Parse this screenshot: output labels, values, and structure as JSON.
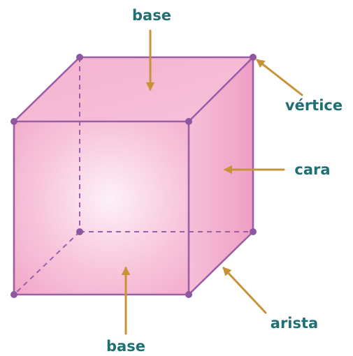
{
  "colors": {
    "face_light": "#fbe3ef",
    "face_mid": "#f6b6d2",
    "face_dark": "#ee9cc2",
    "edge": "#9b5fa8",
    "vertex": "#8e57a0",
    "arrow": "#c89338",
    "label": "#1f6f73"
  },
  "labels": {
    "base_top": "base",
    "base_bottom": "base",
    "vertex": "vértice",
    "face": "cara",
    "edge": "arista"
  }
}
